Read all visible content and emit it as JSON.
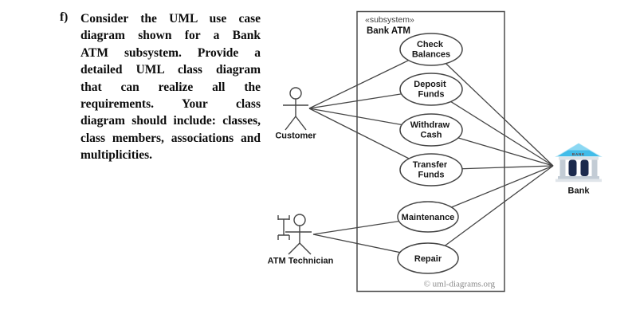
{
  "question": {
    "item_label": "f)",
    "lines": [
      "Consider the UML use case",
      "diagram shown for a Bank",
      "ATM subsystem. Provide a",
      "detailed UML class diagram",
      "that can realize all the",
      "requirements. Your class",
      "diagram should include: classes,",
      "class members, associations and",
      "multiplicities."
    ]
  },
  "diagram": {
    "subsystem": {
      "stereotype": "«subsystem»",
      "name": "Bank ATM"
    },
    "usecases": [
      {
        "lines": [
          "Check",
          "Balances"
        ]
      },
      {
        "lines": [
          "Deposit",
          "Funds"
        ]
      },
      {
        "lines": [
          "Withdraw",
          "Cash"
        ]
      },
      {
        "lines": [
          "Transfer",
          "Funds"
        ]
      },
      {
        "lines": [
          "Maintenance"
        ]
      },
      {
        "lines": [
          "Repair"
        ]
      }
    ],
    "actors": [
      {
        "name": "Customer"
      },
      {
        "name": "ATM Technician"
      },
      {
        "name": "Bank"
      }
    ],
    "bank_icon_text": "BANK",
    "associations": [
      {
        "from": "Customer",
        "to": "Check Balances"
      },
      {
        "from": "Customer",
        "to": "Deposit Funds"
      },
      {
        "from": "Customer",
        "to": "Withdraw Cash"
      },
      {
        "from": "Customer",
        "to": "Transfer Funds"
      },
      {
        "from": "ATM Technician",
        "to": "Maintenance"
      },
      {
        "from": "ATM Technician",
        "to": "Repair"
      },
      {
        "from": "Bank",
        "to": "Check Balances"
      },
      {
        "from": "Bank",
        "to": "Deposit Funds"
      },
      {
        "from": "Bank",
        "to": "Withdraw Cash"
      },
      {
        "from": "Bank",
        "to": "Transfer Funds"
      },
      {
        "from": "Bank",
        "to": "Maintenance"
      },
      {
        "from": "Bank",
        "to": "Repair"
      }
    ],
    "copyright": "© uml-diagrams.org",
    "colors": {
      "bank_roof_blue": "#3ab5e5",
      "line_gray": "#454545"
    }
  }
}
